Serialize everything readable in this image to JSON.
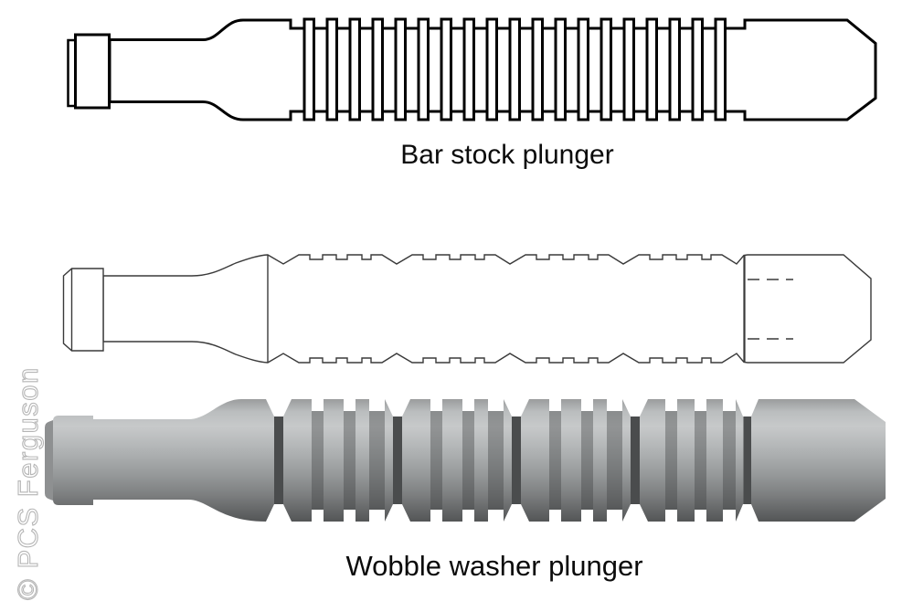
{
  "captions": {
    "top_figure": "Bar stock plunger",
    "bottom_figure": "Wobble washer plunger"
  },
  "watermark": {
    "text": "© PCS Ferguson"
  },
  "colors": {
    "background": "#ffffff",
    "bar_stock_stroke": "#000000",
    "line_drawing_stroke": "#3a3a3a",
    "render_highlight": "#c7c9ca",
    "render_shadow": "#525455",
    "watermark_outline": "#b5b5b5"
  }
}
